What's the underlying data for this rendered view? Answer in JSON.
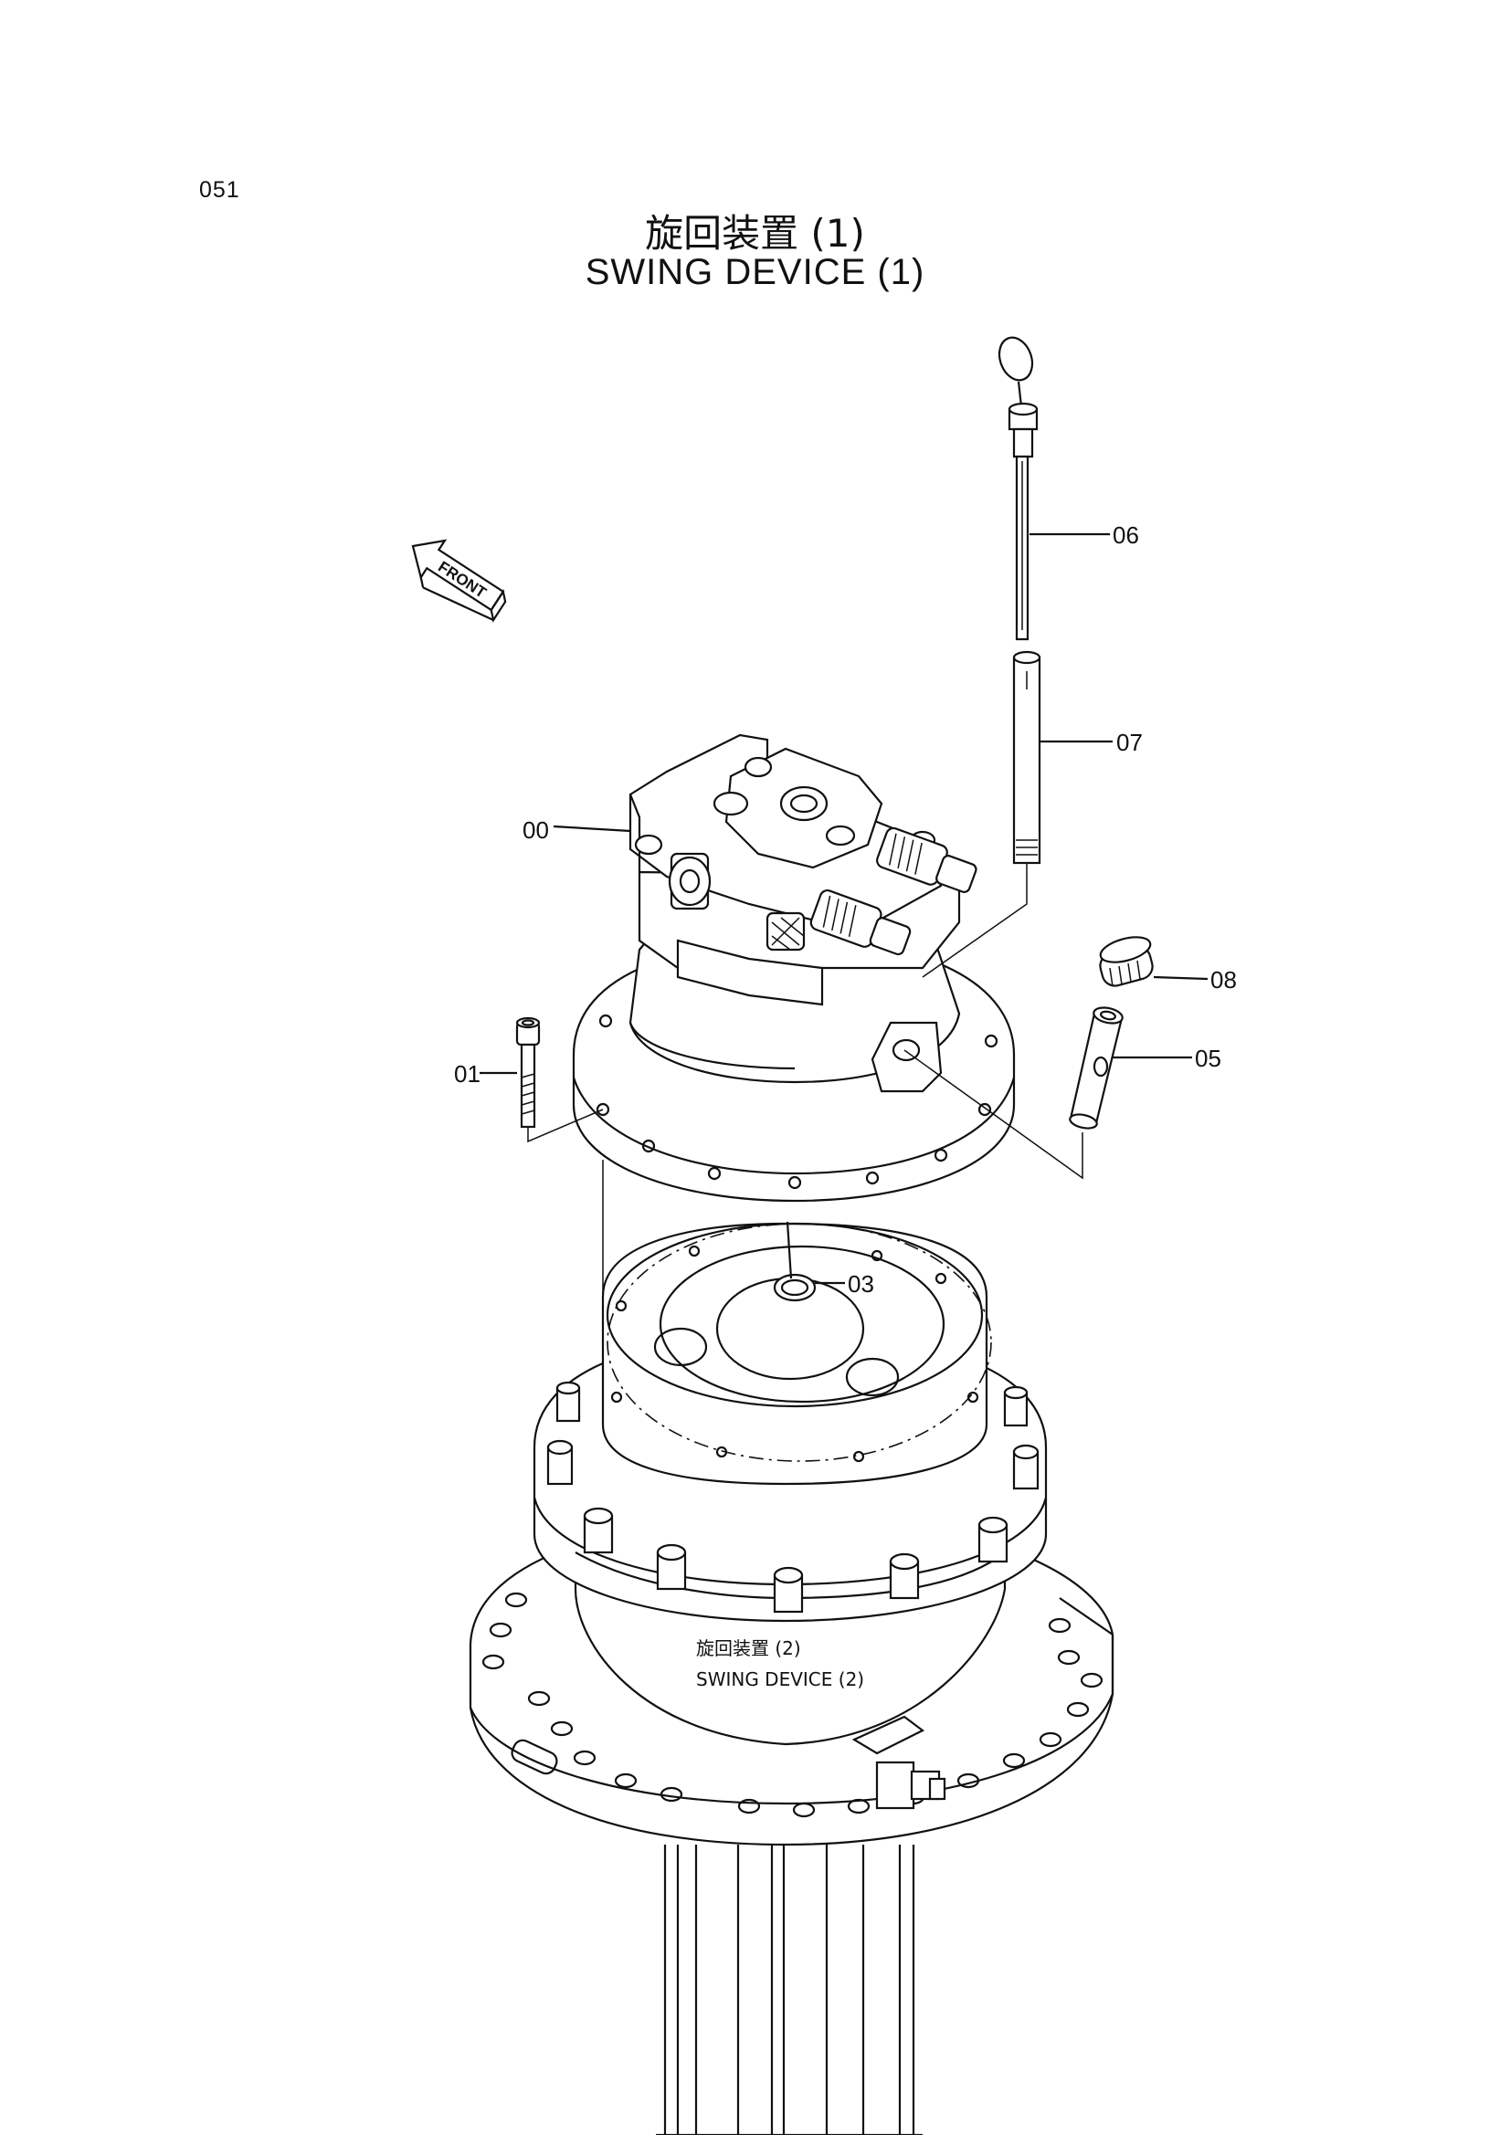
{
  "page_number": "051",
  "title": {
    "japanese": "旋回装置 (1)",
    "english": "SWING DEVICE (1)"
  },
  "front_arrow": {
    "label": "FRONT",
    "icon": "front-direction-arrow-icon"
  },
  "callouts": [
    {
      "id": "00",
      "part": "swing-motor-assembly"
    },
    {
      "id": "01",
      "part": "socket-bolt"
    },
    {
      "id": "03",
      "part": "snap-ring"
    },
    {
      "id": "05",
      "part": "pipe-nipple"
    },
    {
      "id": "06",
      "part": "oil-level-gauge"
    },
    {
      "id": "07",
      "part": "gauge-pipe"
    },
    {
      "id": "08",
      "part": "cap"
    }
  ],
  "reference": {
    "japanese": "旋回装置 (2)",
    "english": "SWING DEVICE (2)"
  }
}
